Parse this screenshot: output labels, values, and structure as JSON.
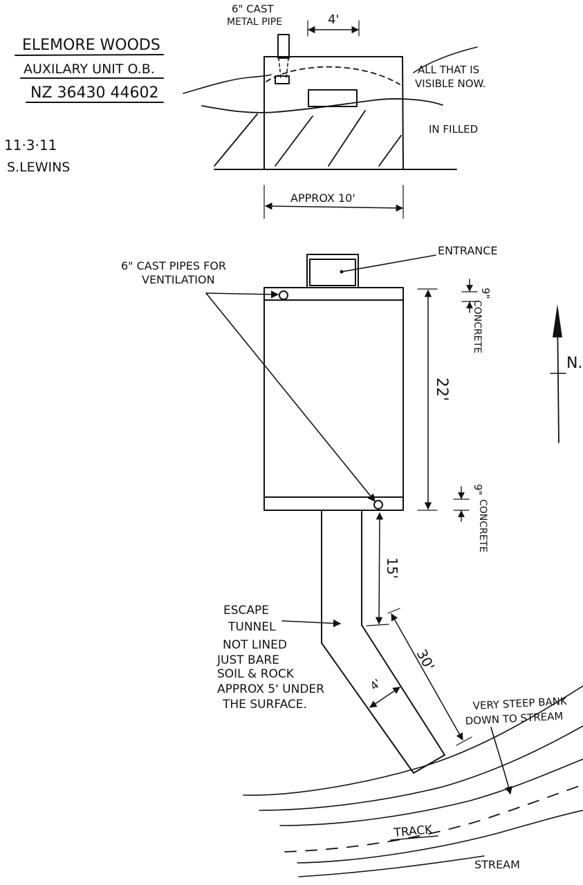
{
  "header": {
    "title": "ELEMORE WOODS",
    "subtitle": "AUXILARY UNIT O.B.",
    "grid_ref": "NZ 36430 44602",
    "date": "11·3·11",
    "author": "S.LEWINS"
  },
  "elevation": {
    "pipe_label_line1": "6\" CAST",
    "pipe_label_line2": "METAL PIPE",
    "dim_top": "4'",
    "visible_line1": "ALL THAT IS",
    "visible_line2": "VISIBLE NOW.",
    "infilled": "IN FILLED",
    "width_dim": "APPROX 10'"
  },
  "plan": {
    "vent_line1": "6\" CAST PIPES FOR",
    "vent_line2": "VENTILATION",
    "entrance": "ENTRANCE",
    "concrete_top_dim": "9\"",
    "concrete_top_label": "CONCRETE",
    "length_dim": "22'",
    "concrete_bottom_dim": "9\"",
    "concrete_bottom_label": "CONCRETE",
    "tunnel_dim_1": "15'",
    "tunnel_dim_2": "30'",
    "tunnel_width": "4'",
    "north": "N.",
    "tunnel_notes": [
      "ESCAPE",
      "TUNNEL",
      "NOT LINED",
      "JUST BARE",
      "SOIL & ROCK",
      "APPROX 5' UNDER",
      "THE SURFACE."
    ],
    "bank_line1": "VERY STEEP BANK",
    "bank_line2": "DOWN TO STREAM",
    "track": "TRACK",
    "stream": "STREAM"
  }
}
